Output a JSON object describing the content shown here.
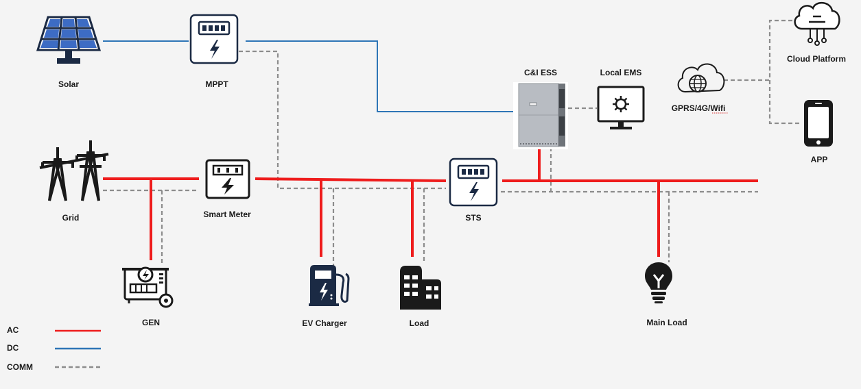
{
  "nodes": {
    "solar": "Solar",
    "mppt": "MPPT",
    "grid": "Grid",
    "smart_meter": "Smart Meter",
    "sts": "STS",
    "ess": "C&I ESS",
    "ems": "Local EMS",
    "gprs": "GPRS/4G/Wifi",
    "cloud": "Cloud Platform",
    "app": "APP",
    "gen": "GEN",
    "ev": "EV Charger",
    "load": "Load",
    "main_load": "Main Load"
  },
  "legend": {
    "ac": "AC",
    "dc": "DC",
    "comm": "COMM"
  },
  "colors": {
    "ac": "#ee1c1c",
    "dc": "#2e75b6",
    "comm": "#8c8c8c",
    "icon": "#1b2a44"
  },
  "icons": {
    "solar": "solar-panel-icon",
    "mppt": "mppt-device-icon",
    "grid": "transmission-tower-icon",
    "smart_meter": "smart-meter-icon",
    "sts": "sts-switch-icon",
    "ess": "battery-cabinet-icon",
    "ems": "monitor-gear-icon",
    "gprs": "cloud-globe-icon",
    "cloud": "cloud-network-icon",
    "app": "smartphone-icon",
    "gen": "generator-icon",
    "ev": "ev-charger-icon",
    "load": "building-icon",
    "main_load": "lightbulb-icon"
  }
}
